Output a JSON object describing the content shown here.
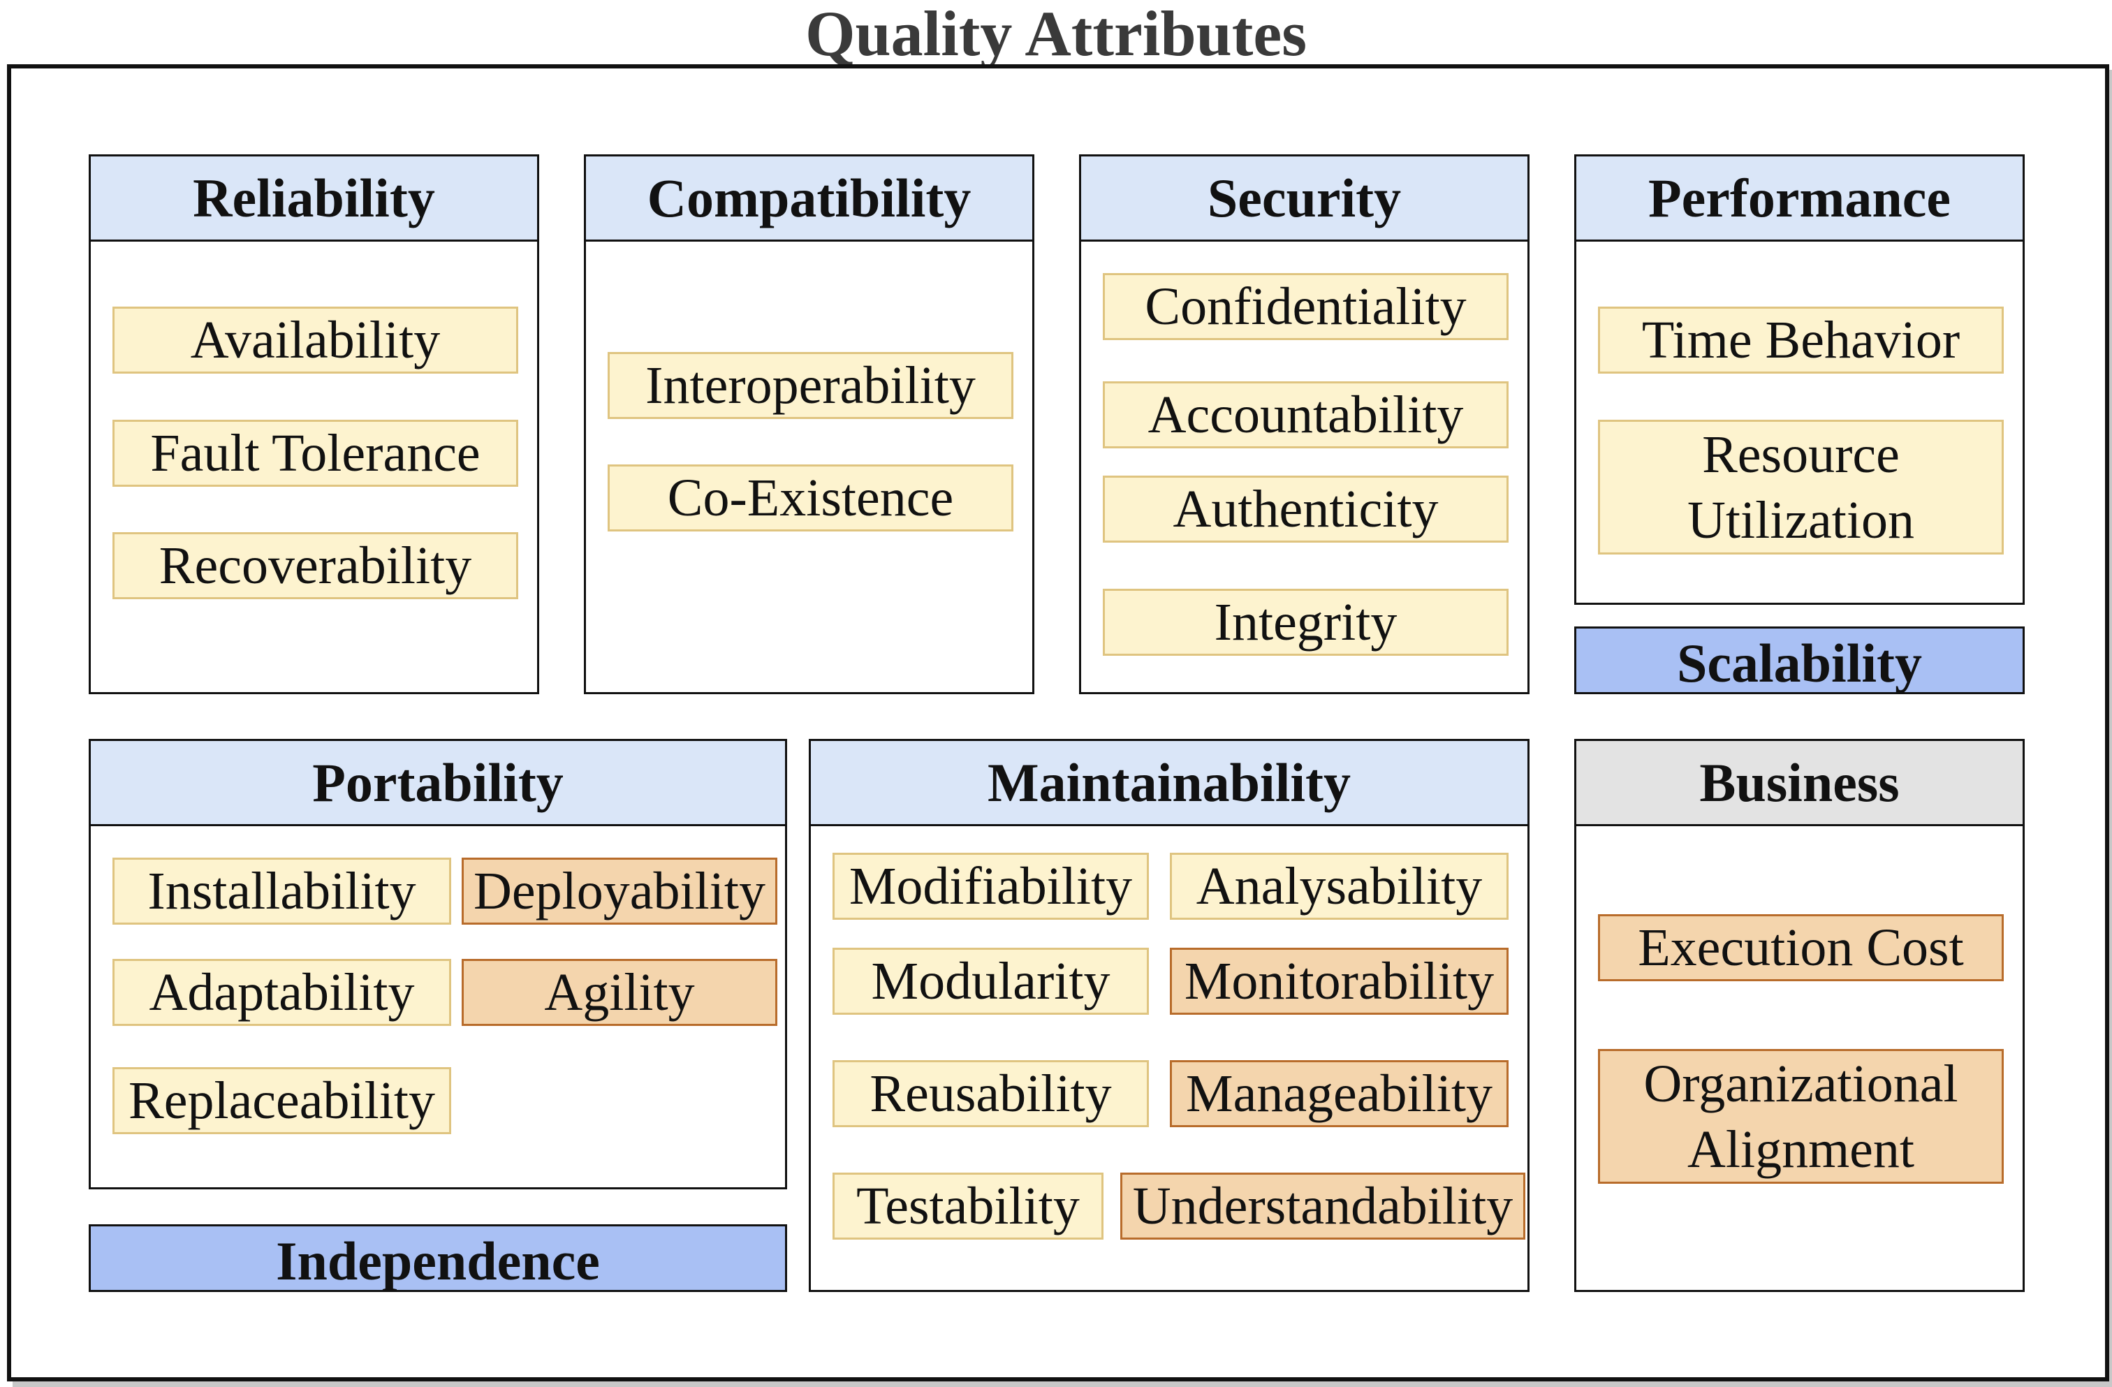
{
  "title": "Quality Attributes",
  "colors": {
    "header_blue": "#dae6f8",
    "header_gray": "#e3e3e3",
    "subattribute_yellow": "#fdf3cf",
    "subattribute_tan": "#f4d5ad",
    "extra_attribute_blue": "#a9c0f4"
  },
  "panels": {
    "reliability": {
      "label": "Reliability",
      "items": [
        "Availability",
        "Fault Tolerance",
        "Recoverability"
      ]
    },
    "compatibility": {
      "label": "Compatibility",
      "items": [
        "Interoperability",
        "Co-Existence"
      ]
    },
    "security": {
      "label": "Security",
      "items": [
        "Confidentiality",
        "Accountability",
        "Authenticity",
        "Integrity"
      ]
    },
    "performance": {
      "label": "Performance",
      "items": [
        "Time Behavior",
        "Resource Utilization"
      ]
    },
    "portability": {
      "label": "Portability",
      "items": [
        "Installability",
        "Deployability",
        "Adaptability",
        "Agility",
        "Replaceability"
      ]
    },
    "maintainability": {
      "label": "Maintainability",
      "items": [
        "Modifiability",
        "Analysability",
        "Modularity",
        "Monitorability",
        "Reusability",
        "Manageability",
        "Testability",
        "Understandability"
      ]
    },
    "business": {
      "label": "Business",
      "items": [
        "Execution Cost",
        "Organizational Alignment"
      ]
    }
  },
  "extra": {
    "scalability": "Scalability",
    "independence": "Independence"
  }
}
